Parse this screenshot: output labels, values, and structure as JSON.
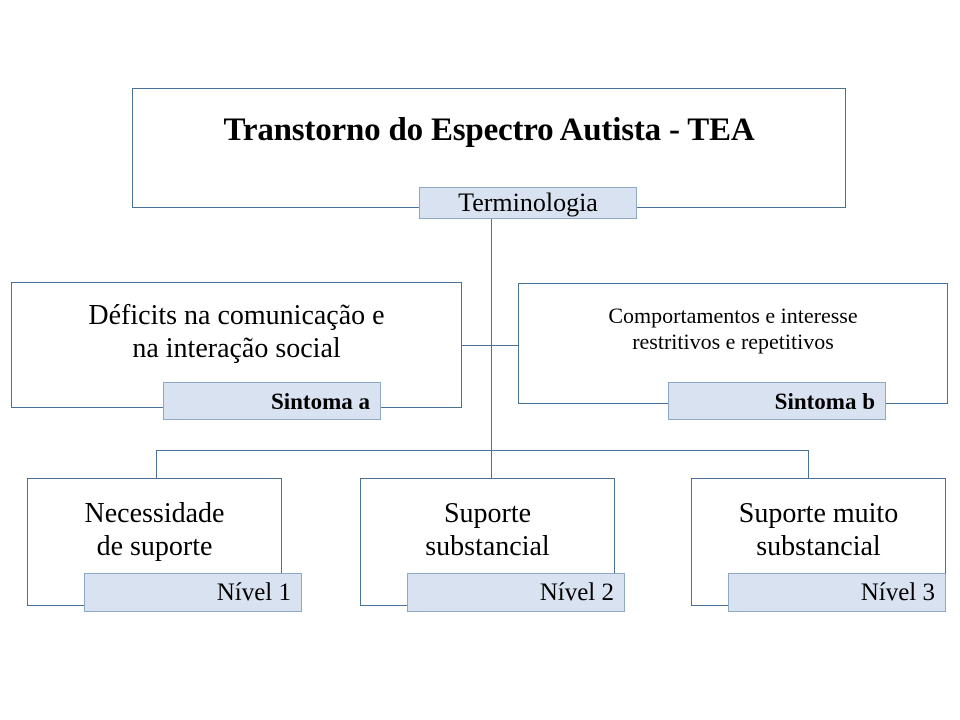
{
  "diagram": {
    "title": "Transtorno do Espectro Autista - TEA",
    "root_tag": "Terminologia",
    "symptoms": [
      {
        "text": "Déficits na comunicação e\nna interação social",
        "tag": "Sintoma a"
      },
      {
        "text": "Comportamentos  e interesse\nrestritivos e repetitivos",
        "tag": "Sintoma b"
      }
    ],
    "levels": [
      {
        "text": "Necessidade\nde suporte",
        "tag": "Nível 1"
      },
      {
        "text": "Suporte\nsubstancial",
        "tag": "Nível 2"
      },
      {
        "text": "Suporte muito\nsubstancial",
        "tag": "Nível 3"
      }
    ],
    "colors": {
      "border": "#4a7298",
      "tag_fill": "#d9e2f0",
      "tag_border": "#8ea9c6",
      "background": "#ffffff",
      "text": "#000000"
    }
  }
}
